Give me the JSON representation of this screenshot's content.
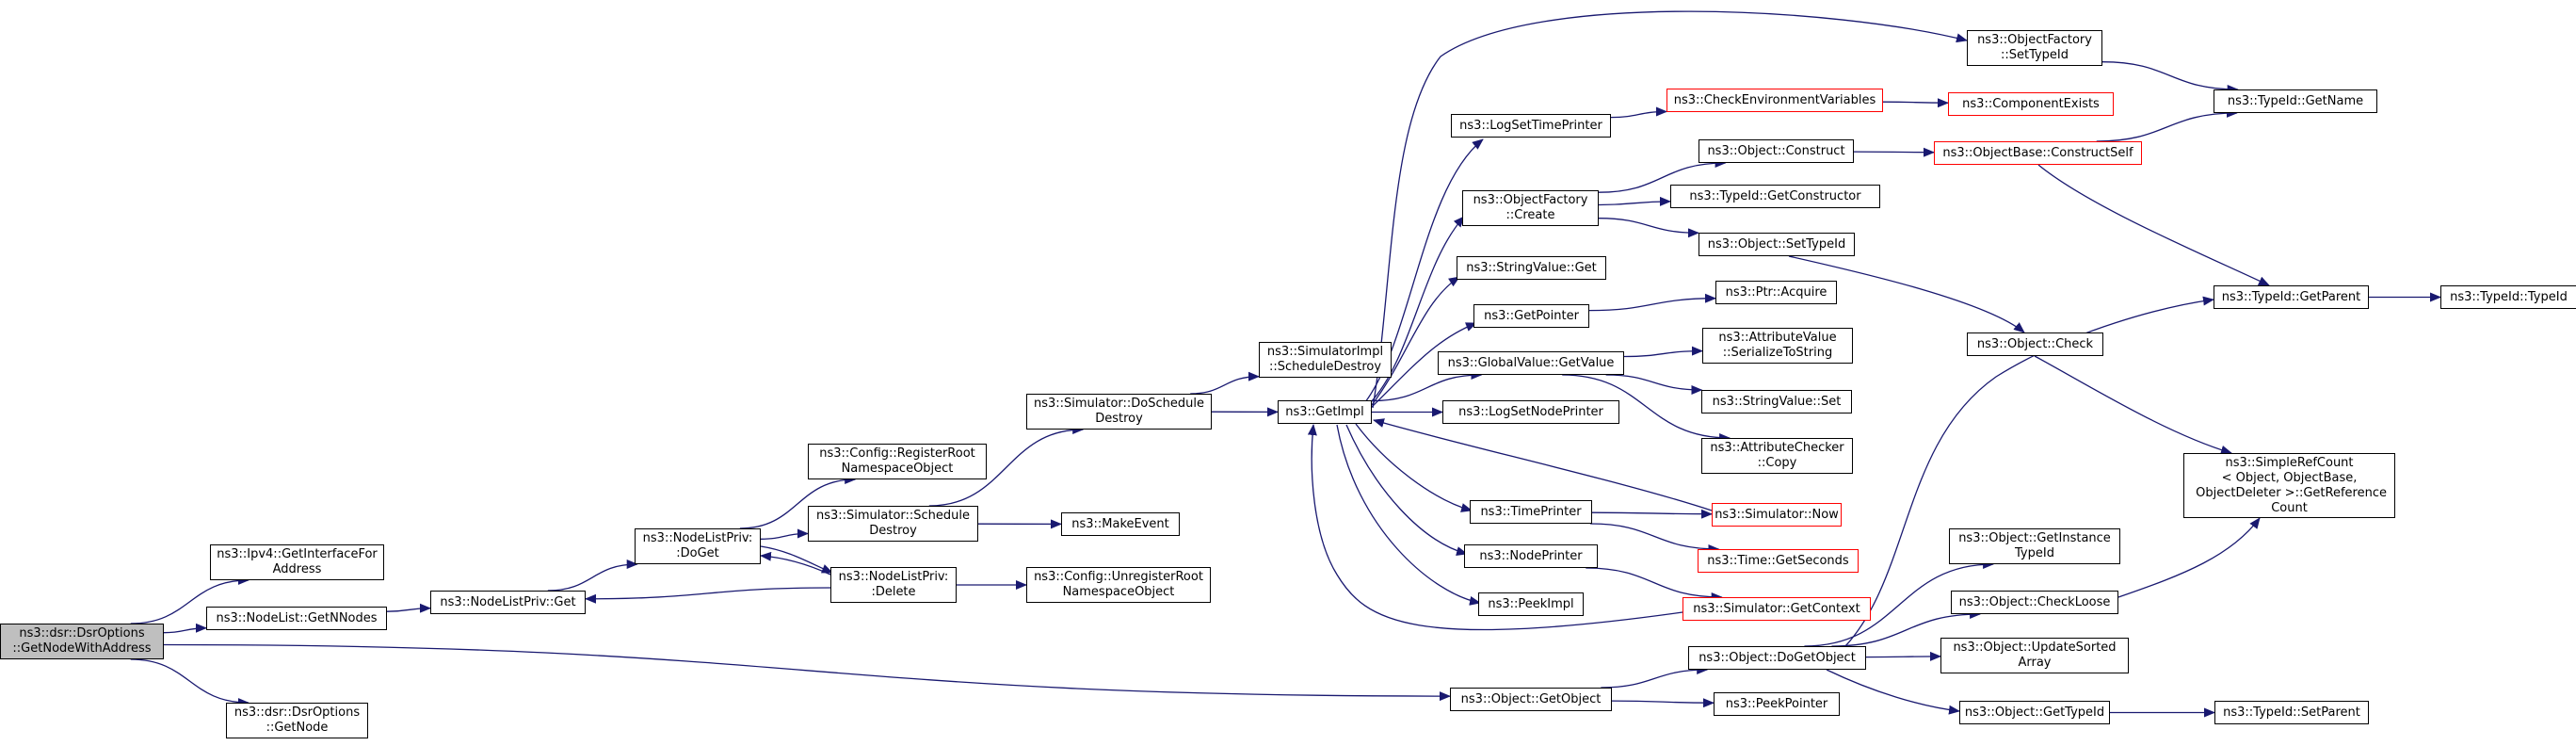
{
  "graph": {
    "colors": {
      "edge": "#191970",
      "border": "#000000",
      "external_border": "#ff0000",
      "root_fill": "#bfbfbf"
    },
    "nodes": [
      {
        "id": "root",
        "label": "ns3::dsr::DsrOptions\n::GetNodeWithAddress",
        "style": "root"
      },
      {
        "id": "ipv4_getif",
        "label": "ns3::Ipv4::GetInterfaceFor\nAddress"
      },
      {
        "id": "nodelist_getn",
        "label": "ns3::NodeList::GetNNodes"
      },
      {
        "id": "dsr_getnode",
        "label": "ns3::dsr::DsrOptions\n::GetNode"
      },
      {
        "id": "nlp_get",
        "label": "ns3::NodeListPriv::Get"
      },
      {
        "id": "nlp_doget",
        "label": "ns3::NodeListPriv:\n:DoGet"
      },
      {
        "id": "cfg_register",
        "label": "ns3::Config::RegisterRoot\nNamespaceObject"
      },
      {
        "id": "sim_schedule_destroy",
        "label": "ns3::Simulator::Schedule\nDestroy"
      },
      {
        "id": "nlp_delete",
        "label": "ns3::NodeListPriv:\n:Delete"
      },
      {
        "id": "sim_doschedule_destroy",
        "label": "ns3::Simulator::DoSchedule\nDestroy"
      },
      {
        "id": "make_event",
        "label": "ns3::MakeEvent"
      },
      {
        "id": "cfg_unregister",
        "label": "ns3::Config::UnregisterRoot\nNamespaceObject"
      },
      {
        "id": "simimpl_sched_destroy",
        "label": "ns3::SimulatorImpl\n::ScheduleDestroy"
      },
      {
        "id": "get_impl",
        "label": "ns3::GetImpl"
      },
      {
        "id": "log_set_time_printer",
        "label": "ns3::LogSetTimePrinter"
      },
      {
        "id": "objfactory_create",
        "label": "ns3::ObjectFactory\n::Create"
      },
      {
        "id": "stringvalue_get",
        "label": "ns3::StringValue::Get"
      },
      {
        "id": "get_pointer",
        "label": "ns3::GetPointer"
      },
      {
        "id": "globalvalue_getvalue",
        "label": "ns3::GlobalValue::GetValue"
      },
      {
        "id": "log_set_node_printer",
        "label": "ns3::LogSetNodePrinter"
      },
      {
        "id": "time_printer",
        "label": "ns3::TimePrinter"
      },
      {
        "id": "node_printer",
        "label": "ns3::NodePrinter"
      },
      {
        "id": "peek_impl",
        "label": "ns3::PeekImpl"
      },
      {
        "id": "object_getobject",
        "label": "ns3::Object::GetObject"
      },
      {
        "id": "objfactory_settypeid",
        "label": "ns3::ObjectFactory\n::SetTypeId"
      },
      {
        "id": "check_env_vars",
        "label": "ns3::CheckEnvironmentVariables",
        "style": "external"
      },
      {
        "id": "object_construct",
        "label": "ns3::Object::Construct"
      },
      {
        "id": "typeid_getconstructor",
        "label": "ns3::TypeId::GetConstructor"
      },
      {
        "id": "object_settypeid",
        "label": "ns3::Object::SetTypeId"
      },
      {
        "id": "ptr_acquire",
        "label": "ns3::Ptr::Acquire"
      },
      {
        "id": "attrvalue_serialize",
        "label": "ns3::AttributeValue\n::SerializeToString"
      },
      {
        "id": "stringvalue_set",
        "label": "ns3::StringValue::Set"
      },
      {
        "id": "attrchecker_copy",
        "label": "ns3::AttributeChecker\n::Copy"
      },
      {
        "id": "simulator_now",
        "label": "ns3::Simulator::Now",
        "style": "external"
      },
      {
        "id": "time_getseconds",
        "label": "ns3::Time::GetSeconds",
        "style": "external"
      },
      {
        "id": "simulator_getcontext",
        "label": "ns3::Simulator::GetContext",
        "style": "external"
      },
      {
        "id": "object_dogetobject",
        "label": "ns3::Object::DoGetObject"
      },
      {
        "id": "peek_pointer",
        "label": "ns3::PeekPointer"
      },
      {
        "id": "component_exists",
        "label": "ns3::ComponentExists",
        "style": "external"
      },
      {
        "id": "objectbase_constructself",
        "label": "ns3::ObjectBase::ConstructSelf",
        "style": "external"
      },
      {
        "id": "object_check",
        "label": "ns3::Object::Check"
      },
      {
        "id": "object_getinstancetypeid",
        "label": "ns3::Object::GetInstance\nTypeId"
      },
      {
        "id": "object_checkloose",
        "label": "ns3::Object::CheckLoose"
      },
      {
        "id": "object_updatesortedarray",
        "label": "ns3::Object::UpdateSorted\nArray"
      },
      {
        "id": "object_gettypeid",
        "label": "ns3::Object::GetTypeId"
      },
      {
        "id": "typeid_getname",
        "label": "ns3::TypeId::GetName"
      },
      {
        "id": "typeid_getparent",
        "label": "ns3::TypeId::GetParent"
      },
      {
        "id": "simplerefcount",
        "label": "ns3::SimpleRefCount\n< Object, ObjectBase,\n ObjectDeleter >::GetReference\nCount"
      },
      {
        "id": "typeid_setparent",
        "label": "ns3::TypeId::SetParent"
      },
      {
        "id": "typeid_typeid",
        "label": "ns3::TypeId::TypeId"
      }
    ],
    "edges": [
      [
        "root",
        "ipv4_getif"
      ],
      [
        "root",
        "nodelist_getn"
      ],
      [
        "root",
        "dsr_getnode"
      ],
      [
        "root",
        "object_getobject"
      ],
      [
        "nodelist_getn",
        "nlp_get"
      ],
      [
        "nlp_get",
        "nlp_doget"
      ],
      [
        "nlp_doget",
        "cfg_register"
      ],
      [
        "nlp_doget",
        "sim_schedule_destroy"
      ],
      [
        "nlp_doget",
        "nlp_delete"
      ],
      [
        "nlp_delete",
        "nlp_doget"
      ],
      [
        "nlp_delete",
        "nlp_get"
      ],
      [
        "nlp_delete",
        "cfg_unregister"
      ],
      [
        "sim_schedule_destroy",
        "sim_doschedule_destroy"
      ],
      [
        "sim_schedule_destroy",
        "make_event"
      ],
      [
        "sim_doschedule_destroy",
        "simimpl_sched_destroy"
      ],
      [
        "sim_doschedule_destroy",
        "get_impl"
      ],
      [
        "get_impl",
        "objfactory_settypeid"
      ],
      [
        "get_impl",
        "log_set_time_printer"
      ],
      [
        "get_impl",
        "objfactory_create"
      ],
      [
        "get_impl",
        "stringvalue_get"
      ],
      [
        "get_impl",
        "get_pointer"
      ],
      [
        "get_impl",
        "globalvalue_getvalue"
      ],
      [
        "get_impl",
        "log_set_node_printer"
      ],
      [
        "get_impl",
        "time_printer"
      ],
      [
        "get_impl",
        "node_printer"
      ],
      [
        "get_impl",
        "peek_impl"
      ],
      [
        "simulator_now",
        "get_impl"
      ],
      [
        "simulator_getcontext",
        "get_impl"
      ],
      [
        "log_set_time_printer",
        "check_env_vars"
      ],
      [
        "check_env_vars",
        "component_exists"
      ],
      [
        "objfactory_settypeid",
        "typeid_getname"
      ],
      [
        "objfactory_create",
        "object_construct"
      ],
      [
        "objfactory_create",
        "typeid_getconstructor"
      ],
      [
        "objfactory_create",
        "object_settypeid"
      ],
      [
        "object_construct",
        "objectbase_constructself"
      ],
      [
        "objectbase_constructself",
        "typeid_getname"
      ],
      [
        "objectbase_constructself",
        "typeid_getparent"
      ],
      [
        "object_settypeid",
        "object_check"
      ],
      [
        "object_check",
        "simplerefcount"
      ],
      [
        "get_pointer",
        "ptr_acquire"
      ],
      [
        "globalvalue_getvalue",
        "attrvalue_serialize"
      ],
      [
        "globalvalue_getvalue",
        "stringvalue_set"
      ],
      [
        "globalvalue_getvalue",
        "attrchecker_copy"
      ],
      [
        "time_printer",
        "simulator_now"
      ],
      [
        "time_printer",
        "time_getseconds"
      ],
      [
        "node_printer",
        "simulator_getcontext"
      ],
      [
        "object_getobject",
        "object_dogetobject"
      ],
      [
        "object_getobject",
        "peek_pointer"
      ],
      [
        "object_dogetobject",
        "typeid_getparent"
      ],
      [
        "object_dogetobject",
        "object_getinstancetypeid"
      ],
      [
        "object_dogetobject",
        "object_checkloose"
      ],
      [
        "object_dogetobject",
        "object_updatesortedarray"
      ],
      [
        "object_dogetobject",
        "object_gettypeid"
      ],
      [
        "object_checkloose",
        "simplerefcount"
      ],
      [
        "object_gettypeid",
        "typeid_setparent"
      ],
      [
        "typeid_getparent",
        "typeid_typeid"
      ]
    ]
  }
}
